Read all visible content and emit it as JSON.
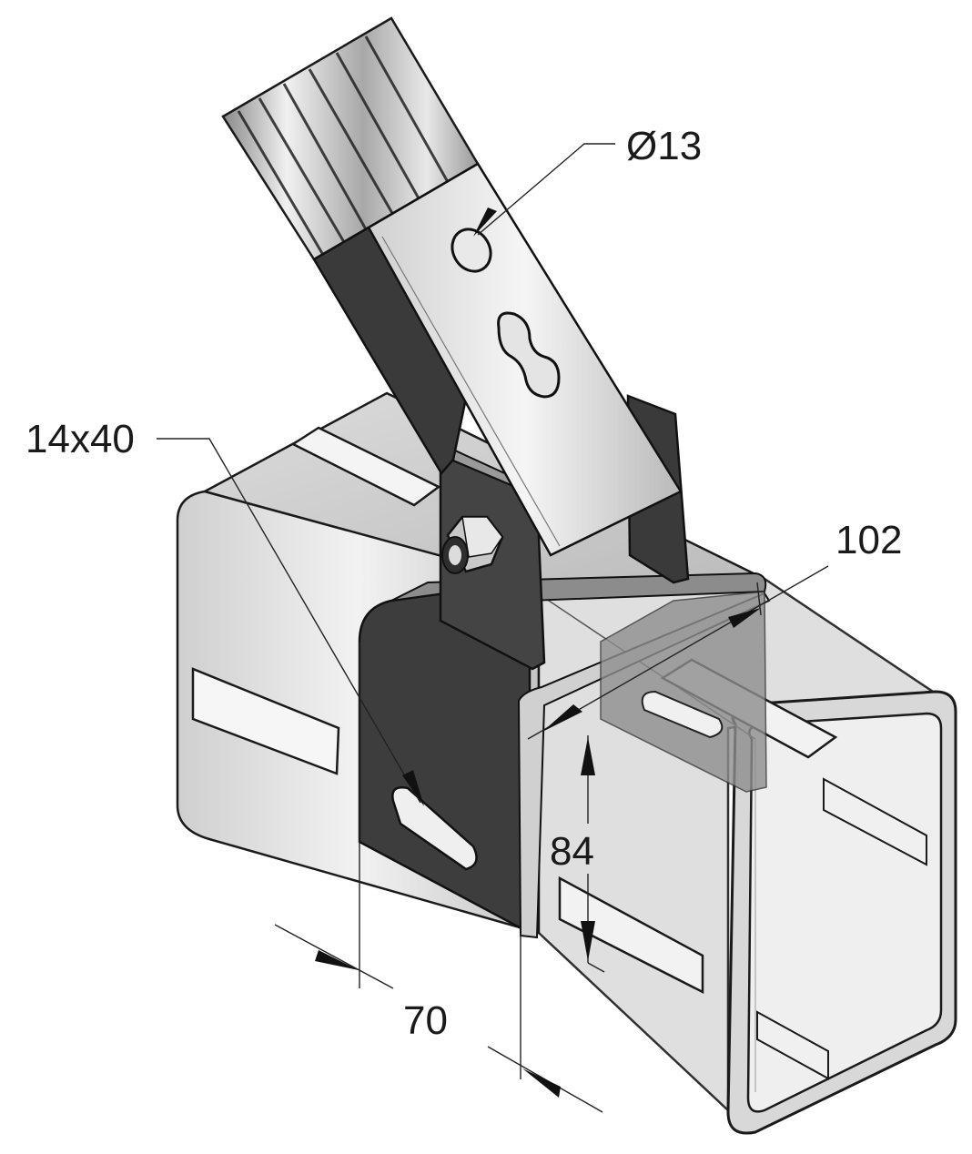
{
  "diagram": {
    "labels": {
      "diameter": "Ø13",
      "slot": "14x40",
      "width": "102",
      "height": "84",
      "depth": "70"
    },
    "colors": {
      "background": "#ffffff",
      "metal_light": "#e6e6e6",
      "metal_mid": "#bdbdbd",
      "metal_dark": "#6e6e6e",
      "bracket_dark": "#3d3d3d",
      "outline": "#1a1a1a"
    }
  }
}
